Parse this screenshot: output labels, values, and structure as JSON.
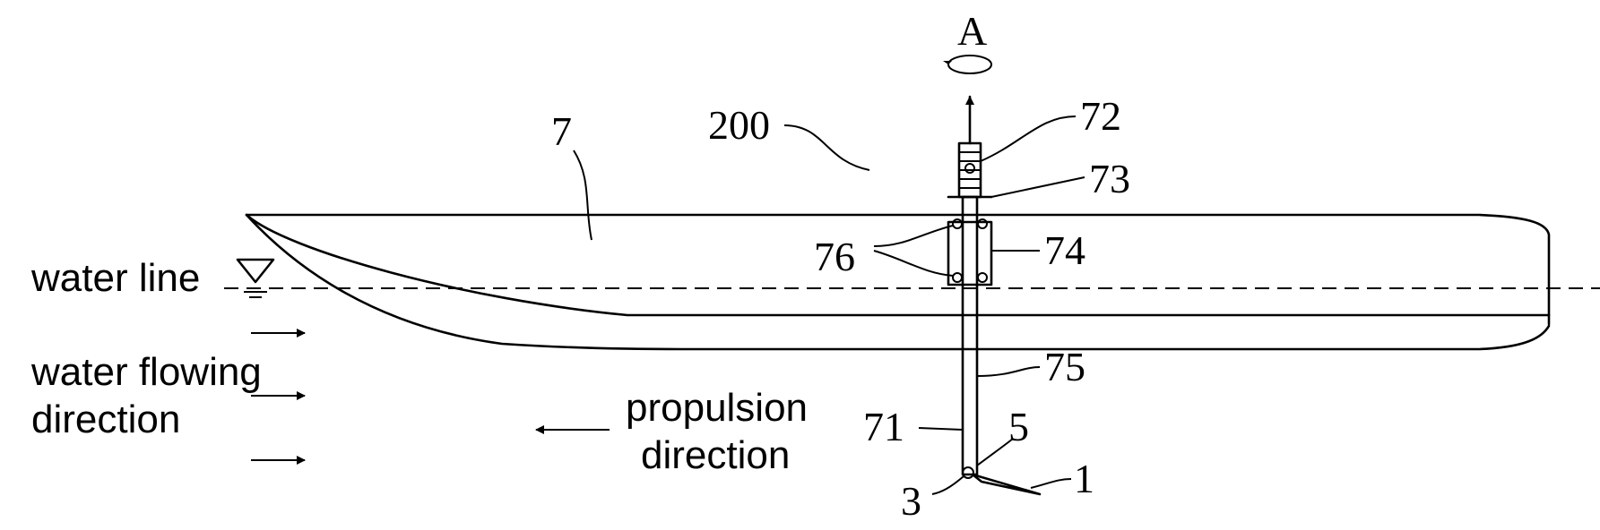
{
  "rotation_label": "A",
  "labels": {
    "ref_200": "200",
    "ref_7": "7",
    "ref_72": "72",
    "ref_73": "73",
    "ref_74": "74",
    "ref_75": "75",
    "ref_76": "76",
    "ref_71": "71",
    "ref_5": "5",
    "ref_1": "1",
    "ref_3": "3"
  },
  "legend": {
    "water_line": "water line",
    "water_flowing_line1": "water flowing",
    "water_flowing_line2": "direction",
    "propulsion_line1": "propulsion",
    "propulsion_line2": "direction"
  }
}
